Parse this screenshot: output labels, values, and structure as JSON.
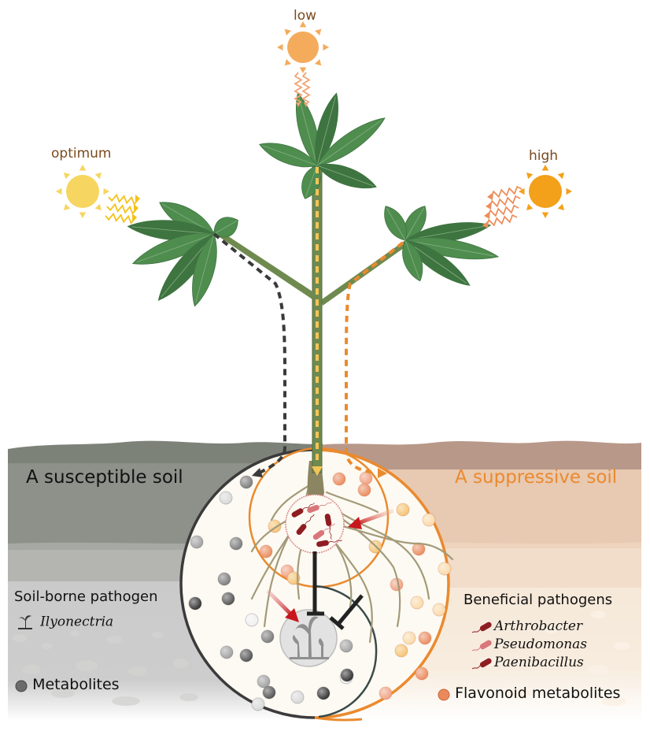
{
  "figure": {
    "light_conditions": [
      {
        "id": "low",
        "label": "low",
        "color": "#f4ab5c",
        "ray_color": "#f0a474"
      },
      {
        "id": "optimum",
        "label": "optimum",
        "color": "#f6d561",
        "ray_color": "#f5c21a"
      },
      {
        "id": "high",
        "label": "high",
        "color": "#f3a01a",
        "ray_color": "#ec8e5c"
      }
    ],
    "soils": {
      "susceptible": {
        "title": "A susceptible soil",
        "title_color": "#111111",
        "pathogen_heading": "Soil-borne pathogen",
        "pathogen_species": "Ilyonectria",
        "metabolite_label": "Metabolites",
        "metabolite_color": "#6b6b6b",
        "path_color": "#3a3a3a"
      },
      "suppressive": {
        "title": "A suppressive soil",
        "title_color": "#ea8a2e",
        "beneficial_heading": "Beneficial pathogens",
        "beneficial_species": [
          {
            "name": "Arthrobacter",
            "color": "#8e1d22"
          },
          {
            "name": "Pseudomonas",
            "color": "#d9767a"
          },
          {
            "name": "Paenibacillus",
            "color": "#8e1d22"
          }
        ],
        "metabolite_label": "Flavonoid metabolites",
        "metabolite_color": "#ea8a5c",
        "path_color": "#ea8a2e"
      }
    },
    "colors": {
      "leaf": "#4f8d4f",
      "leaf_dark": "#3e7440",
      "stem": "#6f8a4f",
      "stem_path": "#f4c457",
      "inhibition": "#222222",
      "promotion_arrow": "#c8161d",
      "rhizosphere_fill": "#fdfaf3",
      "susceptible_ring": "#3b3b3b",
      "suppressive_ring": "#ea8a2e",
      "root": "#a39a78"
    }
  }
}
